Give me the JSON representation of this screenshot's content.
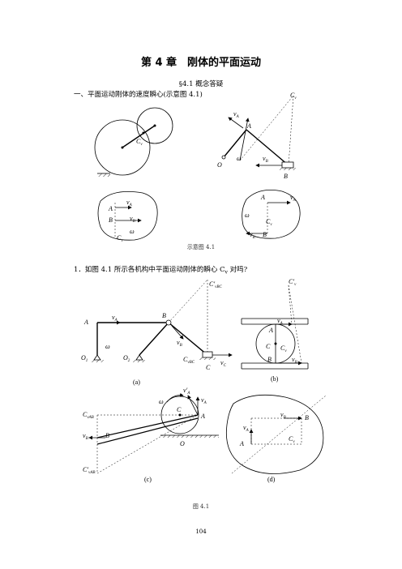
{
  "title": "第 4 章　刚体的平面运动",
  "section": "§4.1  概念答疑",
  "heading": "一、平面运动刚体的速度瞬心(示意图 4.1)",
  "schematic_caption": "示意图 4.1",
  "question": "1．如图 4.1 所示各机构中平面运动刚体的瞬心 C",
  "question_sub": "v",
  "question_tail": " 对吗?",
  "figure_caption": "图 4.1",
  "page_number": "104",
  "subfig_labels": [
    "(a)",
    "(b)",
    "(c)",
    "(d)"
  ]
}
